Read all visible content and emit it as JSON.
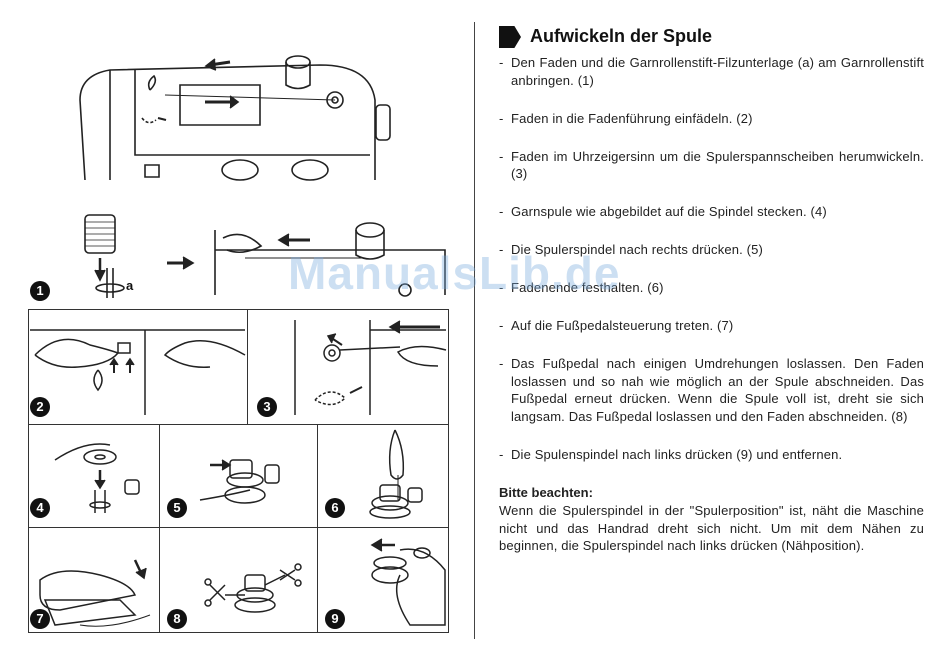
{
  "title": "Aufwickeln der Spule",
  "steps": [
    "Den Faden und die Garnrollenstift-Filzunterlage (a) am Garnrollenstift anbringen. (1)",
    "Faden in die Fadenführung einfädeln. (2)",
    "Faden im Uhrzeigersinn um die Spulerspannscheiben herumwickeln. (3)",
    "Garnspule wie abgebildet auf die Spindel stecken. (4)",
    "Die Spulerspindel nach rechts drücken. (5)",
    "Fadenende festhalten. (6)",
    "Auf die Fußpedalsteuerung treten. (7)",
    "Das Fußpedal nach einigen Umdrehungen loslassen. Den Faden loslassen und so nah wie möglich an der Spule abschneiden. Das Fußpedal erneut drücken. Wenn die Spule voll ist, dreht sie sich langsam. Das Fußpedal loslassen und den Faden abschneiden. (8)",
    "Die Spulenspindel nach links drücken (9) und entfernen."
  ],
  "note": {
    "heading": "Bitte beachten:",
    "text": "Wenn die Spulerspindel in der \"Spulerposition\" ist, näht die Maschine nicht und das Handrad dreht sich nicht. Um mit dem Nähen zu beginnen, die Spulerspindel nach links drücken (Nähposition)."
  },
  "figure": {
    "label_a": "a",
    "panel_numbers": [
      "1",
      "2",
      "3",
      "4",
      "5",
      "6",
      "7",
      "8",
      "9"
    ]
  },
  "watermark": "ManualsLib.de"
}
